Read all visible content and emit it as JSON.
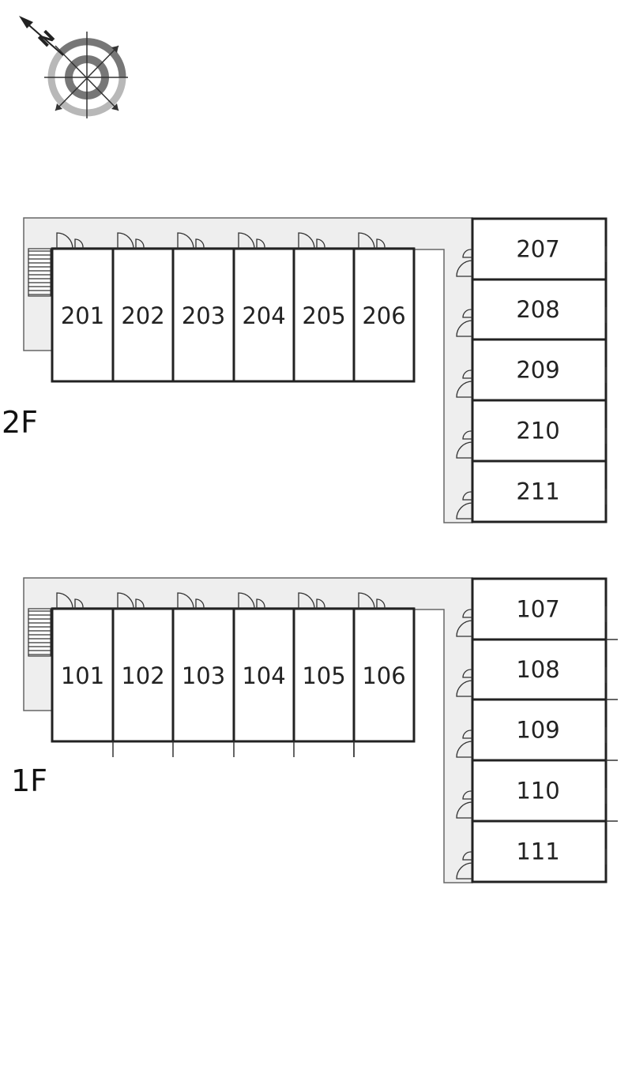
{
  "compass": {
    "north_letter": "N",
    "icon": "compass-rose-icon"
  },
  "floors": [
    {
      "label": "2F",
      "rooms_top": [
        "201",
        "202",
        "203",
        "204",
        "205",
        "206"
      ],
      "rooms_side": [
        "207",
        "208",
        "209",
        "210",
        "211"
      ]
    },
    {
      "label": "1F",
      "rooms_top": [
        "101",
        "102",
        "103",
        "104",
        "105",
        "106"
      ],
      "rooms_side": [
        "107",
        "108",
        "109",
        "110",
        "111"
      ]
    }
  ]
}
